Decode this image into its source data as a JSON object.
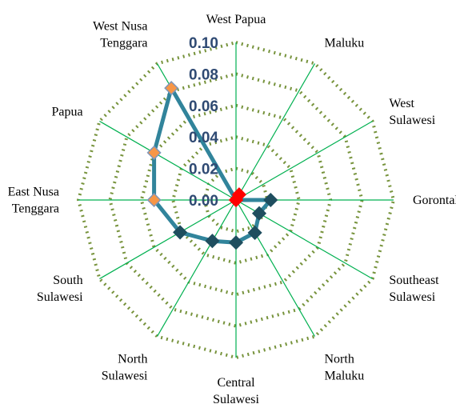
{
  "chart_data": {
    "type": "radar",
    "title": "",
    "categories": [
      [
        "West Papua"
      ],
      [
        "Maluku"
      ],
      [
        "West",
        "Sulawesi"
      ],
      [
        "Gorontalo"
      ],
      [
        "Southeast",
        "Sulawesi"
      ],
      [
        "North",
        "Maluku"
      ],
      [
        "Central",
        "Sulawesi"
      ],
      [
        "North",
        "Sulawesi"
      ],
      [
        "South",
        "Sulawesi"
      ],
      [
        "East Nusa",
        "Tenggara"
      ],
      [
        "Papua"
      ],
      [
        "West Nusa",
        "Tenggara"
      ]
    ],
    "values": [
      0.0,
      0.004,
      0.0,
      0.022,
      0.017,
      0.024,
      0.027,
      0.03,
      0.041,
      0.052,
      0.06,
      0.082
    ],
    "marker_colors": [
      "#ff0000",
      "#ff0000",
      "#ff0000",
      "#1f4e5f",
      "#1f4e5f",
      "#1f4e5f",
      "#1f4e5f",
      "#1f4e5f",
      "#1f4e5f",
      "#f79646",
      "#f79646",
      "#f79646"
    ],
    "rlim": [
      0,
      0.1
    ],
    "ticks": [
      "0.00",
      "0.02",
      "0.04",
      "0.06",
      "0.08",
      "0.10"
    ],
    "colors": {
      "grid": "#77933c",
      "spokes": "#00b050",
      "line": "#31849b",
      "tick_text": "#2f4a73"
    }
  }
}
